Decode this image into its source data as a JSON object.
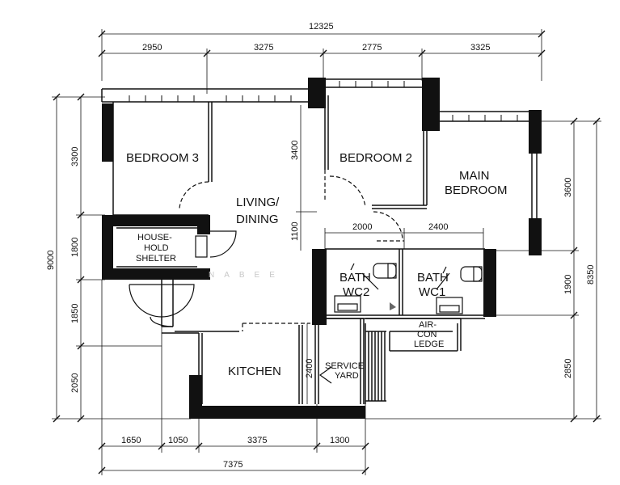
{
  "rooms": {
    "bedroom3": "BEDROOM 3",
    "bedroom2": "BEDROOM 2",
    "main_bedroom_1": "MAIN",
    "main_bedroom_2": "BEDROOM",
    "living_1": "LIVING/",
    "living_2": "DINING",
    "shelter_1": "HOUSE-",
    "shelter_2": "HOLD",
    "shelter_3": "SHELTER",
    "bath2_1": "BATH",
    "bath2_2": "WC2",
    "bath1_1": "BATH",
    "bath1_2": "WC1",
    "kitchen": "KITCHEN",
    "service_1": "SERVICE",
    "service_2": "YARD",
    "aircon_1": "AIR-",
    "aircon_2": "CON",
    "aircon_3": "LEDGE"
  },
  "dimensions": {
    "top_total": "12325",
    "top_1": "2950",
    "top_2": "3275",
    "top_3": "2775",
    "top_4": "3325",
    "left_total": "9000",
    "left_1": "3300",
    "left_2": "1800",
    "left_3": "1850",
    "left_4": "2050",
    "inner_3400": "3400",
    "inner_1100": "1100",
    "inner_2000": "2000",
    "inner_2400_top": "2400",
    "inner_2400_kitchen": "2400",
    "right_total": "8350",
    "right_1": "3600",
    "right_2": "1900",
    "right_3": "2850",
    "bottom_1": "1650",
    "bottom_2": "1050",
    "bottom_3": "3375",
    "bottom_4": "1300",
    "bottom_total": "7375"
  },
  "watermark": "NABEE"
}
